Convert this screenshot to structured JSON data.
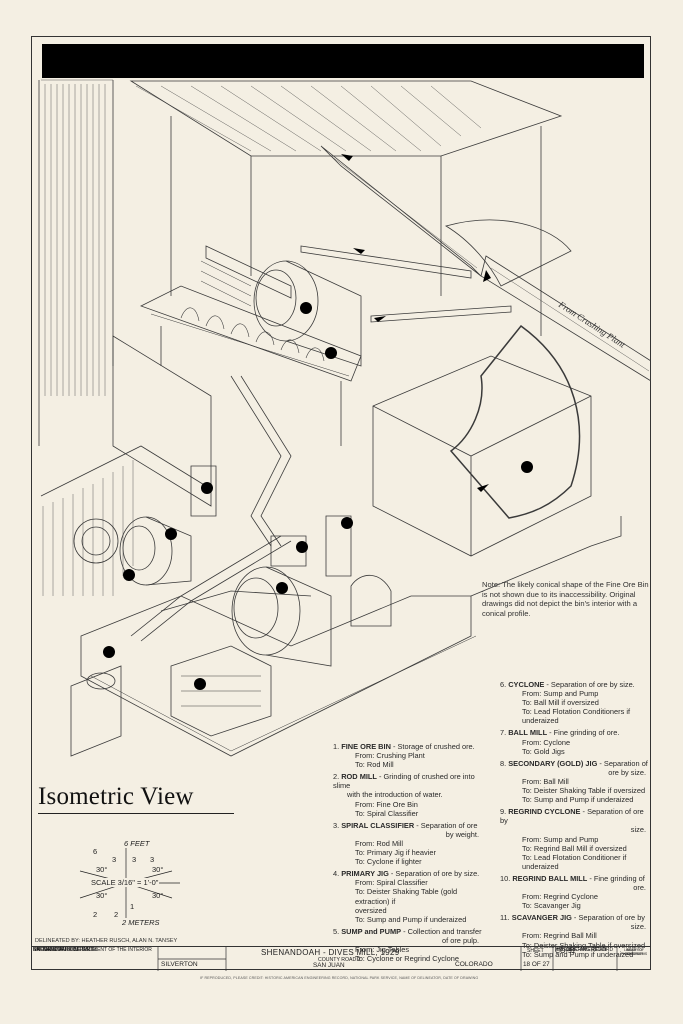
{
  "note": "Note: The likely conical shape of the Fine Ore Bin is not shown due to its inaccessibility. Original drawings did not depict the bin's interior with a conical profile.",
  "conveyor_label": "From Crushing Plant",
  "view_title": "Isometric View",
  "scale": {
    "feet_label": "6 FEET",
    "meters_label": "2 METERS",
    "ratio": "SCALE 3/16\" = 1'-0\"",
    "tick_6": "6",
    "tick_3": "3",
    "tick_2": "2",
    "tick_1": "1",
    "angle": "30°"
  },
  "legend_left": [
    {
      "num": "1.",
      "title": "FINE ORE BIN",
      "desc": " - Storage of crushed ore.",
      "lines": [
        "From: Crushing Plant",
        "To: Rod Mill"
      ]
    },
    {
      "num": "2.",
      "title": "ROD MILL",
      "desc": " - Grinding of crushed ore into slime",
      "cont": "with the introduction of water.",
      "lines": [
        "From: Fine Ore Bin",
        "To: Spiral Classifier"
      ]
    },
    {
      "num": "3.",
      "title": "SPIRAL CLASSIFIER",
      "desc": " - Separation of ore",
      "right": "by weight.",
      "lines": [
        "From: Rod Mill",
        "To: Primary Jig if heavier",
        "To: Cyclone if lighter"
      ]
    },
    {
      "num": "4.",
      "title": "PRIMARY JIG",
      "desc": " - Separation of ore by size.",
      "lines": [
        "From: Spiral Classifier",
        "To: Deister Shaking Table (gold extraction) if",
        "oversized",
        "To: Sump and Pump if underaized"
      ]
    },
    {
      "num": "5.",
      "title": "SUMP and PUMP",
      "desc": " - Collection and transfer",
      "right": "of ore pulp.",
      "lines": [
        "From: Jig Tables",
        "To: Cyclone or Regrind Cyclone"
      ]
    }
  ],
  "legend_right": [
    {
      "num": "6.",
      "title": "CYCLONE",
      "desc": " - Separation of ore by size.",
      "lines": [
        "From: Sump and Pump",
        "To: Ball Mill if oversized",
        "To: Lead Flotation Conditioners if",
        "underaized"
      ]
    },
    {
      "num": "7.",
      "title": "BALL MILL",
      "desc": " - Fine grinding of ore.",
      "lines": [
        "From: Cyclone",
        "To: Gold Jigs"
      ]
    },
    {
      "num": "8.",
      "title": "SECONDARY (GOLD) JIG",
      "desc": " - Separation of",
      "right": "ore by size.",
      "lines": [
        "From: Ball Mill",
        "To: Deister Shaking Table if oversized",
        "To: Sump and Pump if underaized"
      ]
    },
    {
      "num": "9.",
      "title": "REGRIND CYCLONE",
      "desc": " - Separation of ore by",
      "right": "size.",
      "lines": [
        "From: Sump and Pump",
        "To: Regrind Ball Mill if oversized",
        "To: Lead Flotation Conditioner if",
        "underaized"
      ]
    },
    {
      "num": "10.",
      "title": "REGRIND BALL MILL",
      "desc": " - Fine grinding of",
      "right": "ore.",
      "lines": [
        "From: Regrind Cyclone",
        "To: Scavanger Jig"
      ]
    },
    {
      "num": "11.",
      "title": "SCAVANGER JIG",
      "desc": " - Separation of ore by",
      "right": "size.",
      "lines": [
        "From: Regrind Ball Mill",
        "To: Deister Shaking Table if oversized",
        "To: Sump and Pump if underaized"
      ]
    }
  ],
  "delineated": "DELINEATED BY:   HEATHER RUSCH, ALAN N. TANSEY",
  "title_block": {
    "agency_1": "SHENANDOAH-DIVES MILL",
    "agency_2": "RECORDING PROJECT",
    "agency_3": "NATIONAL PARK SERVICE",
    "agency_4": "UNITED STATES DEPARTMENT OF THE INTERIOR",
    "city": "SILVERTON",
    "name": "SHENANDOAH - DIVES MILL, 1929",
    "road": "COUNTY ROAD 2",
    "county": "SAN JUAN",
    "state": "COLORADO",
    "sheet_label": "SHEET",
    "sheet_num": "18 OF 27",
    "record_1": "HISTORIC AMERICAN",
    "record_2": "ENGINEERING RECORD",
    "record_id": "CO-91",
    "index_1": "INDEX TO PHOTOGRAPHS",
    "index_2": "LIBRARY OF CONGRESS"
  },
  "credit_line": "IF REPRODUCED, PLEASE CREDIT: HISTORIC AMERICAN ENGINEERING RECORD, NATIONAL PARK SERVICE, NAME OF DELINEATOR, DATE OF DRAWING"
}
